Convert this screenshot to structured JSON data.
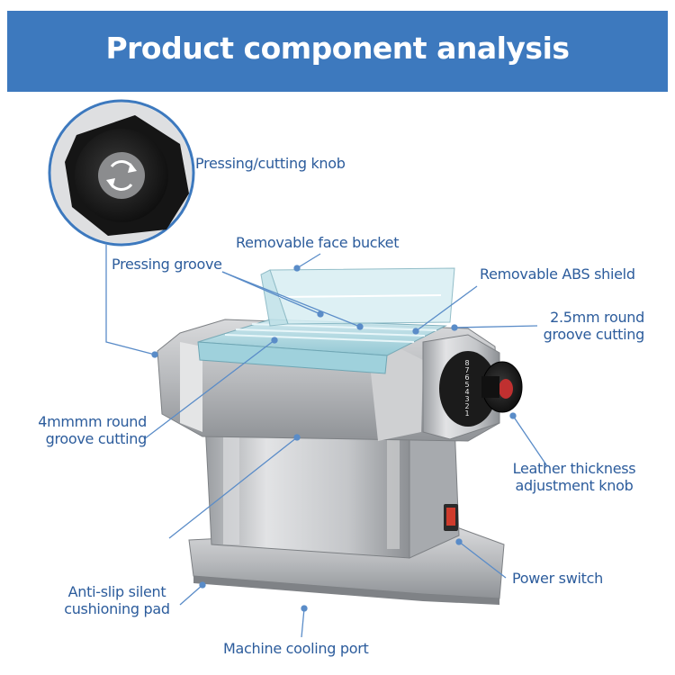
{
  "header": {
    "title": "Product component analysis"
  },
  "labels": {
    "pressing_cutting_knob": "Pressing/cutting knob",
    "removable_face_bucket": "Removable face bucket",
    "pressing_groove": "Pressing groove",
    "removable_abs_shield": "Removable ABS shield",
    "round_groove_25_line1": "2.5mm round",
    "round_groove_25_line2": "groove cutting",
    "round_groove_4_line1": "4mmmm round",
    "round_groove_4_line2": "groove cutting",
    "thickness_knob_line1": "Leather thickness",
    "thickness_knob_line2": "adjustment knob",
    "power_switch": "Power switch",
    "anti_slip_line1": "Anti-slip silent",
    "anti_slip_line2": "cushioning pad",
    "cooling_port": "Machine cooling port"
  },
  "dial_numbers": [
    "1",
    "2",
    "3",
    "4",
    "5",
    "6",
    "7",
    "8"
  ],
  "colors": {
    "banner": "#3d79be",
    "label": "#2c5c9c",
    "leader_line": "#5a8cc8"
  }
}
